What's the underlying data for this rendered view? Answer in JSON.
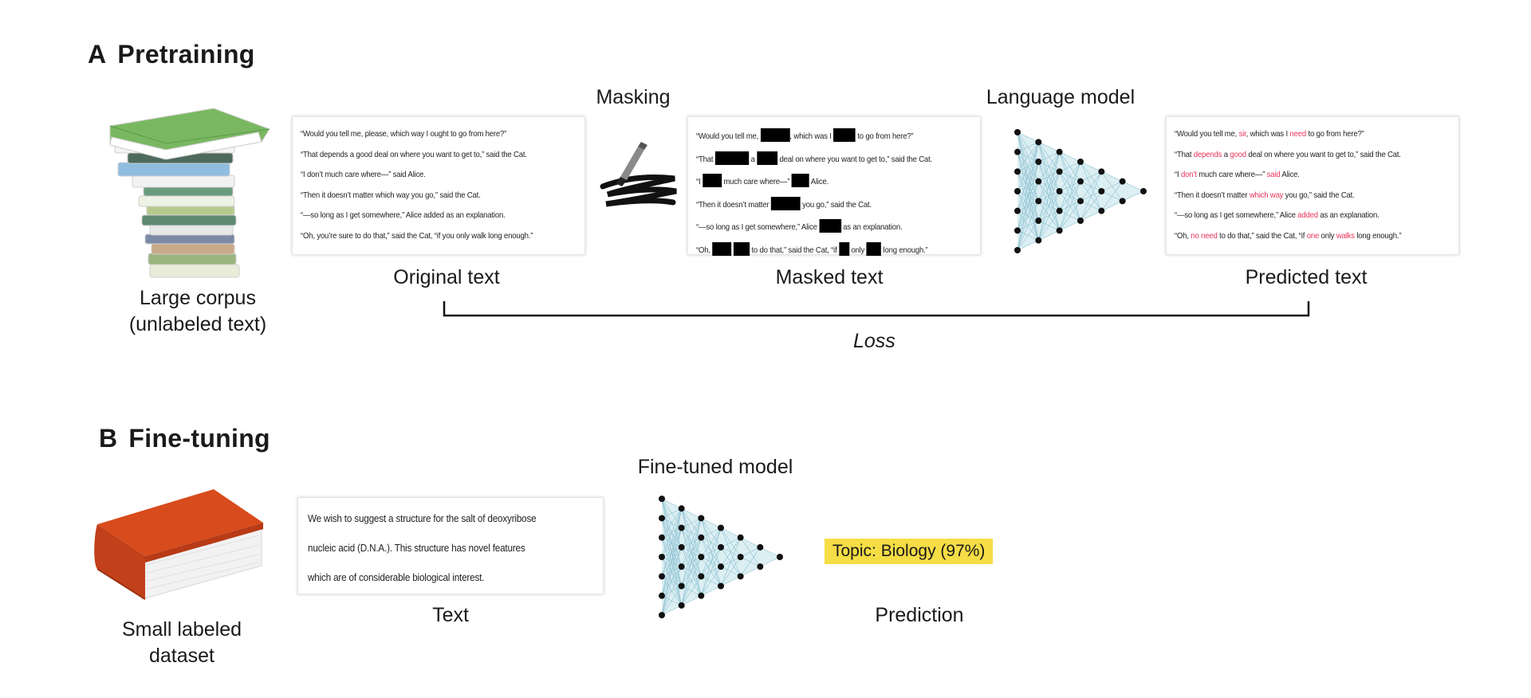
{
  "pretraining": {
    "letter": "A",
    "title": "Pretraining",
    "corpus_caption": [
      "Large corpus",
      "(unlabeled text)"
    ],
    "masking_heading": "Masking",
    "language_model_heading": "Language model",
    "original_caption": "Original text",
    "masked_caption": "Masked text",
    "predicted_caption": "Predicted text",
    "loss_label": "Loss",
    "original_lines": [
      "“Would you tell me, please, which way I ought to go from here?”",
      "“That depends a good deal on where you want to get to,” said the Cat.",
      "“I don’t much care where—” said Alice.",
      "“Then it doesn’t matter which way you go,” said the Cat.",
      "“—so long as I get somewhere,” Alice added as an explanation.",
      "“Oh, you’re sure to do that,” said the Cat, “if you only walk long enough.”"
    ],
    "masked_lines": [
      [
        {
          "t": "“Would you tell me, "
        },
        {
          "m": 40
        },
        {
          "t": ", which was I "
        },
        {
          "m": 30
        },
        {
          "t": " to go from here?”"
        }
      ],
      [
        {
          "t": "“That "
        },
        {
          "m": 46
        },
        {
          "t": " a "
        },
        {
          "m": 28
        },
        {
          "t": " deal on where you want to get to,” said the Cat."
        }
      ],
      [
        {
          "t": "“I "
        },
        {
          "m": 26
        },
        {
          "t": " much care where—” "
        },
        {
          "m": 24
        },
        {
          "t": " Alice."
        }
      ],
      [
        {
          "t": "“Then it doesn’t matter "
        },
        {
          "m": 40
        },
        {
          "t": " you go,” said the Cat."
        }
      ],
      [
        {
          "t": "“—so long as I get somewhere,” Alice "
        },
        {
          "m": 30
        },
        {
          "t": " as an explanation."
        }
      ],
      [
        {
          "t": "“Oh, "
        },
        {
          "m": 26
        },
        {
          "t": " "
        },
        {
          "m": 22
        },
        {
          "t": " to do that,” said the Cat, “if "
        },
        {
          "m": 14
        },
        {
          "t": " only "
        },
        {
          "m": 20
        },
        {
          "t": " long enough.”"
        }
      ]
    ],
    "predicted_lines": [
      [
        {
          "t": "“Would you tell me, "
        },
        {
          "p": "sir"
        },
        {
          "t": ", which was I "
        },
        {
          "p": "need"
        },
        {
          "t": " to go from here?”"
        }
      ],
      [
        {
          "t": "“That "
        },
        {
          "p": "depends"
        },
        {
          "t": " a "
        },
        {
          "p": "good"
        },
        {
          "t": " deal on where you want to get to,” said the Cat."
        }
      ],
      [
        {
          "t": "“I "
        },
        {
          "p": "don’t"
        },
        {
          "t": " much care where—” "
        },
        {
          "p": "said"
        },
        {
          "t": " Alice."
        }
      ],
      [
        {
          "t": "“Then it doesn’t matter "
        },
        {
          "p": "which way"
        },
        {
          "t": " you go,” said the Cat."
        }
      ],
      [
        {
          "t": "“—so long as I get somewhere,” Alice "
        },
        {
          "p": "added"
        },
        {
          "t": " as an explanation."
        }
      ],
      [
        {
          "t": "“Oh, "
        },
        {
          "p": "no need"
        },
        {
          "t": " to do that,” said the Cat, “if "
        },
        {
          "p": "one"
        },
        {
          "t": " only "
        },
        {
          "p": "walks"
        },
        {
          "t": " long enough.”"
        }
      ]
    ]
  },
  "finetuning": {
    "letter": "B",
    "title": "Fine-tuning",
    "dataset_caption": [
      "Small labeled",
      "dataset"
    ],
    "model_heading": "Fine-tuned model",
    "text_caption": "Text",
    "prediction_caption": "Prediction",
    "topic_label": "Topic: Biology (97%)",
    "text_lines": [
      "We wish to suggest a structure for the salt of deoxyribose",
      "nucleic acid (D.N.A.). This structure has novel features",
      "which are of considerable biological interest."
    ]
  },
  "colors": {
    "green_book": "#79b861",
    "red_book": "#d84b1c",
    "highlight": "#f5dd45",
    "prediction_red": "#e8335a",
    "network_fill": "#bfe1ea"
  }
}
